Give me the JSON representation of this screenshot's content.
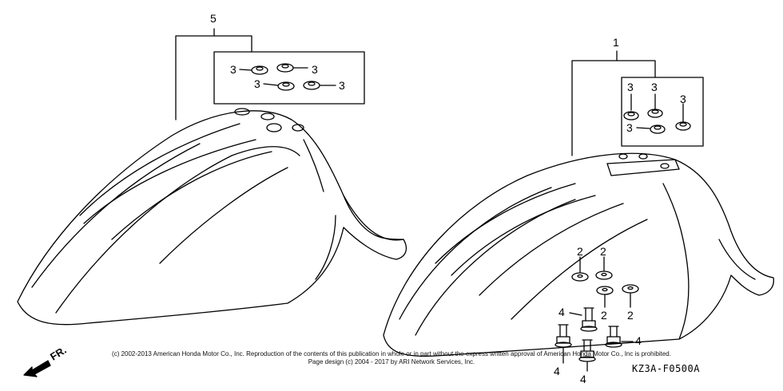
{
  "labels": {
    "fender_left_assembly": "5",
    "fender_right_assembly": "1",
    "rubber": "3",
    "washer": "2",
    "bolt": "4"
  },
  "direction_label": "FR.",
  "reference_code": "KZ3A-F0500A",
  "copyright_line1": "(c) 2002-2013 American Honda Motor Co., Inc. Reproduction of the contents of this publication in whole or in part without the express written approval of American Honda Motor Co., Inc is prohibited.",
  "copyright_line2": "Page design (c) 2004 - 2017 by ARI Network Services, Inc."
}
